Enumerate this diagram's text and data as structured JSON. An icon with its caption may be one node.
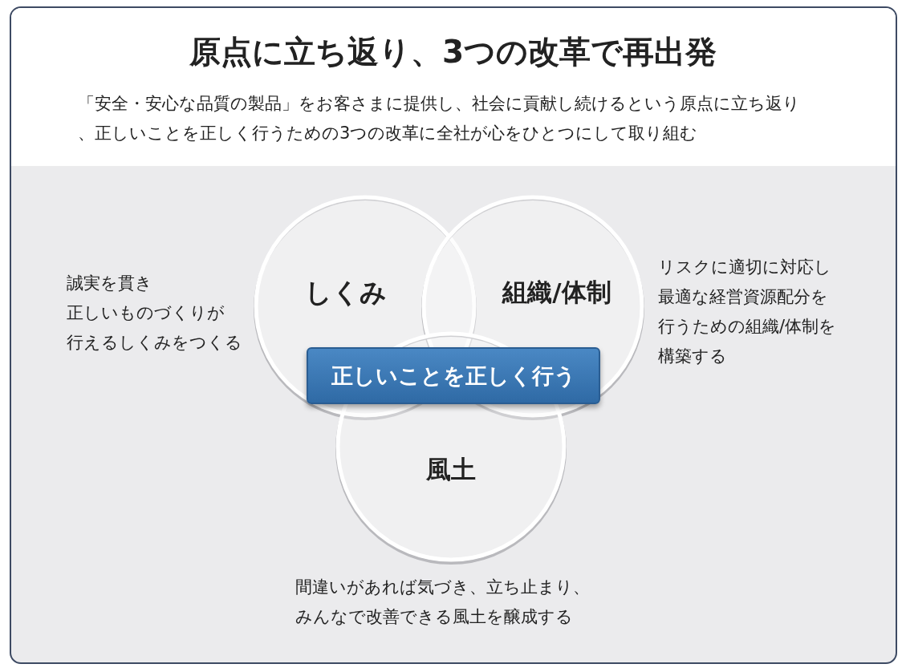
{
  "diagram": {
    "title": "原点に立ち返り、3つの改革で再出発",
    "nodes": [
      {
        "text": [
          "しくみ"
        ],
        "beside": [
          "誠実を貫き正しいものづくりが行えるしくみをつくる"
        ]
      },
      {
        "text": [
          "組織/体制"
        ],
        "beside": [
          "リスクに適切に対応し最適な経営資源配分を行うための組織/体制を構築する"
        ]
      },
      {
        "text": [
          "風土"
        ],
        "beside": [
          "間違いがあれば気づき、立ち止まり、みんなで改善できる風土を醸成する"
        ]
      },
      {
        "text": [
          "正しいことを正しく行う"
        ]
      }
    ],
    "labels": [
      "「安全・安心な品質の製品」をお客さまに提供し、社会に貢献し続けるという原点に立ち返り、正しいことを正しく行うための3つの改革に全社が心をひとつにして取り組む"
    ]
  }
}
